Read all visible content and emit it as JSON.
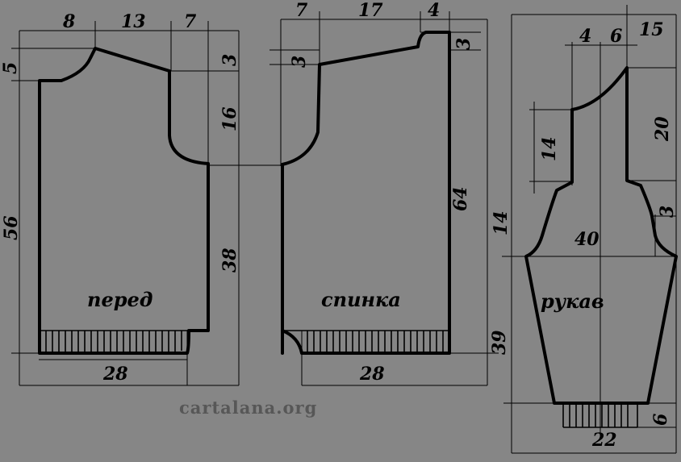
{
  "diagram": {
    "front": {
      "label": "перед",
      "dims": {
        "top_left": "8",
        "top_mid": "13",
        "top_right": "7",
        "shoulder_left": "5",
        "shoulder_right": "3",
        "armhole": "16",
        "side": "38",
        "height": "56",
        "width": "28"
      }
    },
    "back": {
      "label": "спинка",
      "dims": {
        "top_left": "7",
        "top_mid": "17",
        "top_right": "4",
        "shoulder_left": "3",
        "shoulder_right": "3",
        "height": "64",
        "width": "28"
      }
    },
    "sleeve": {
      "label": "рукав",
      "dims": {
        "top_left": "4",
        "top_mid": "6",
        "top_right": "15",
        "cap_left": "14",
        "cap_right": "20",
        "cap_step": "3",
        "width": "40",
        "cap_height": "14",
        "length": "39",
        "cuff": "6",
        "cuff_width": "22"
      }
    },
    "watermark": "cartalana.org"
  }
}
